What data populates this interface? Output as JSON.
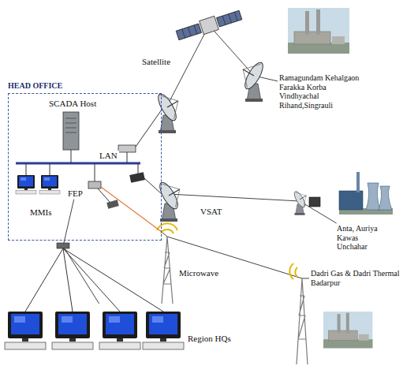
{
  "diagram": {
    "nodes": [
      {
        "text": [
          "HEAD OFFICE"
        ]
      },
      {
        "text": [
          "SCADA Host"
        ],
        "in": 0
      },
      {
        "text": [
          "FEP"
        ],
        "in": 0
      },
      {
        "text": [
          "MMIs"
        ],
        "in": 0
      },
      {
        "text": [
          "Region HQs"
        ]
      },
      {
        "text": [
          "Ramagundam Kehalgaon Farakka Korba Vindhyachal Rihand,Singrauli"
        ]
      },
      {
        "text": [
          "Anta, Auriya Kawas Unchahar"
        ]
      },
      {
        "text": [
          "Dadri Gas & Dadri Thermal Badarpur"
        ]
      }
    ],
    "edges": [
      {
        "from": 0,
        "to": 5,
        "label": "Satellite",
        "arrow": "none"
      },
      {
        "from": 0,
        "to": 6,
        "label": "VSAT",
        "arrow": "none"
      },
      {
        "from": 0,
        "to": 7,
        "label": "Microwave",
        "arrow": "none"
      },
      {
        "from": 2,
        "to": 4,
        "arrow": "none"
      }
    ],
    "labels": [
      "LAN"
    ]
  }
}
